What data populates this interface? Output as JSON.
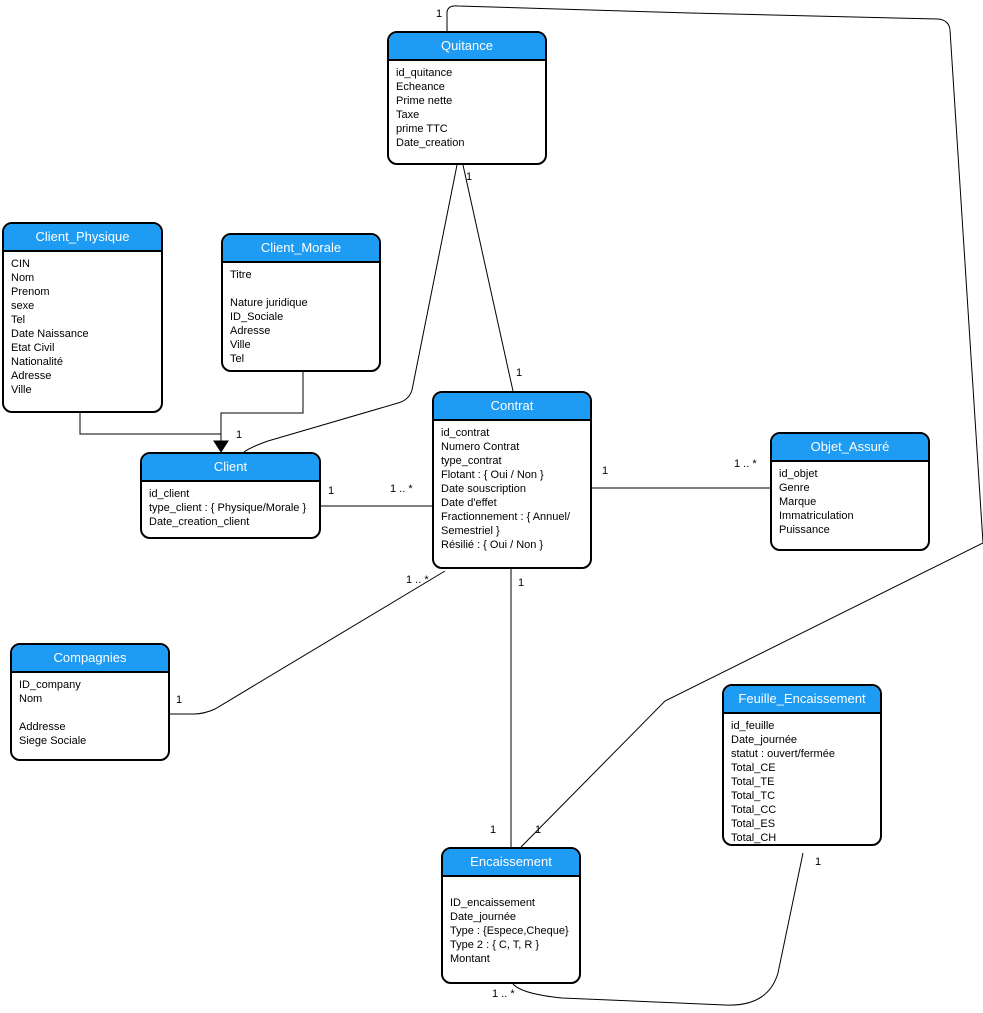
{
  "diagram": {
    "type": "entity-relationship-class-diagram",
    "colors": {
      "header_fill": "#1E9BF2",
      "header_text": "#ffffff",
      "border": "#000000",
      "body_text": "#000000",
      "line": "#000000",
      "background": "#ffffff"
    },
    "entities": {
      "quitance": {
        "title": "Quitance",
        "rows": [
          "id_quitance",
          "Echeance",
          "Prime nette",
          "Taxe",
          "prime TTC",
          "Date_creation"
        ]
      },
      "client_physique": {
        "title": "Client_Physique",
        "rows": [
          "CIN",
          "Nom",
          "Prenom",
          "sexe",
          "Tel",
          "Date Naissance",
          "Etat Civil",
          "Nationalité",
          "Adresse",
          "Ville"
        ]
      },
      "client_morale": {
        "title": "Client_Morale",
        "rows": [
          "Titre",
          "",
          "Nature juridique",
          "ID_Sociale",
          "Adresse",
          "Ville",
          "Tel"
        ]
      },
      "client": {
        "title": "Client",
        "rows": [
          "id_client",
          "type_client : { Physique/Morale }",
          "Date_creation_client"
        ]
      },
      "contrat": {
        "title": "Contrat",
        "rows": [
          "id_contrat",
          "Numero Contrat",
          "type_contrat",
          "Flotant : { Oui / Non }",
          "Date souscription",
          "Date d'effet",
          "Fractionnement : { Annuel/\nSemestriel }",
          "Résilié : { Oui / Non }"
        ]
      },
      "objet_assure": {
        "title": "Objet_Assuré",
        "rows": [
          "id_objet",
          "Genre",
          "Marque",
          "Immatriculation",
          "Puissance"
        ]
      },
      "compagnies": {
        "title": "Compagnies",
        "rows": [
          "ID_company",
          "Nom",
          "",
          "Addresse",
          "Siege Sociale"
        ]
      },
      "feuille_encaissement": {
        "title": "Feuille_Encaissement",
        "rows": [
          "id_feuille",
          "Date_journée",
          "statut : ouvert/fermée",
          "Total_CE",
          "Total_TE",
          "Total_TC",
          "Total_CC",
          "Total_ES",
          "Total_CH"
        ]
      },
      "encaissement": {
        "title": "Encaissement",
        "rows": [
          "",
          "ID_encaissement",
          "Date_journée",
          "Type : {Espece,Cheque}",
          "Type 2 : { C, T, R }",
          "Montant"
        ]
      }
    },
    "labels": [
      {
        "text": "1"
      },
      {
        "text": "1"
      },
      {
        "text": "1"
      },
      {
        "text": "1"
      },
      {
        "text": "1"
      },
      {
        "text": "1 .. *"
      },
      {
        "text": "1"
      },
      {
        "text": "1 .. *"
      },
      {
        "text": "1 .. *"
      },
      {
        "text": "1"
      },
      {
        "text": "1"
      },
      {
        "text": "1"
      },
      {
        "text": "1"
      },
      {
        "text": "1 .. *"
      },
      {
        "text": "1"
      }
    ],
    "relationships": [
      {
        "from": "Quitance",
        "to": "Encaissement",
        "from_card": "1",
        "to_card": "1",
        "route": "around-top-right"
      },
      {
        "from": "Quitance",
        "to": "Contrat",
        "from_card": "1",
        "to_card": "1"
      },
      {
        "from": "Quitance",
        "to": "Client",
        "from_card": "1",
        "to_card": "1"
      },
      {
        "from": "Client",
        "to": "Contrat",
        "from_card": "1",
        "to_card": "1 .. *"
      },
      {
        "from": "Contrat",
        "to": "Objet_Assuré",
        "from_card": "1",
        "to_card": "1 .. *"
      },
      {
        "from": "Compagnies",
        "to": "Contrat",
        "from_card": "1",
        "to_card": "1 .. *"
      },
      {
        "from": "Contrat",
        "to": "Encaissement",
        "from_card": "1",
        "to_card": "1"
      },
      {
        "from": "Encaissement",
        "to": "Feuille_Encaissement",
        "from_card": "1 .. *",
        "to_card": "1",
        "route": "around-bottom"
      },
      {
        "from": "Client_Physique",
        "to": "Client",
        "kind": "generalization-arrow"
      },
      {
        "from": "Client_Morale",
        "to": "Client",
        "kind": "generalization-arrow"
      }
    ]
  }
}
